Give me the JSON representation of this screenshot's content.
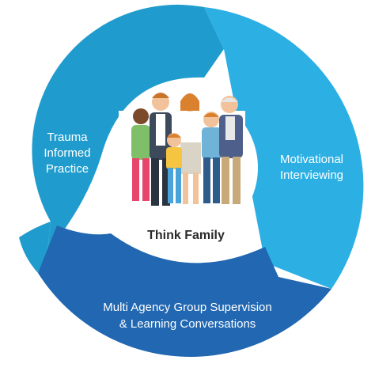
{
  "diagram": {
    "center": {
      "label": "Think Family",
      "image": "family-illustration"
    },
    "segments": [
      {
        "id": "left",
        "lines": [
          "Trauma",
          "Informed",
          "Practice"
        ],
        "color": "#1f9ccd"
      },
      {
        "id": "right",
        "lines": [
          "Motivational",
          "Interviewing"
        ],
        "color": "#2cb0e4"
      },
      {
        "id": "bottom",
        "lines": [
          "Multi Agency Group Supervision",
          "& Learning Conversations"
        ],
        "color": "#2167b1"
      }
    ]
  }
}
